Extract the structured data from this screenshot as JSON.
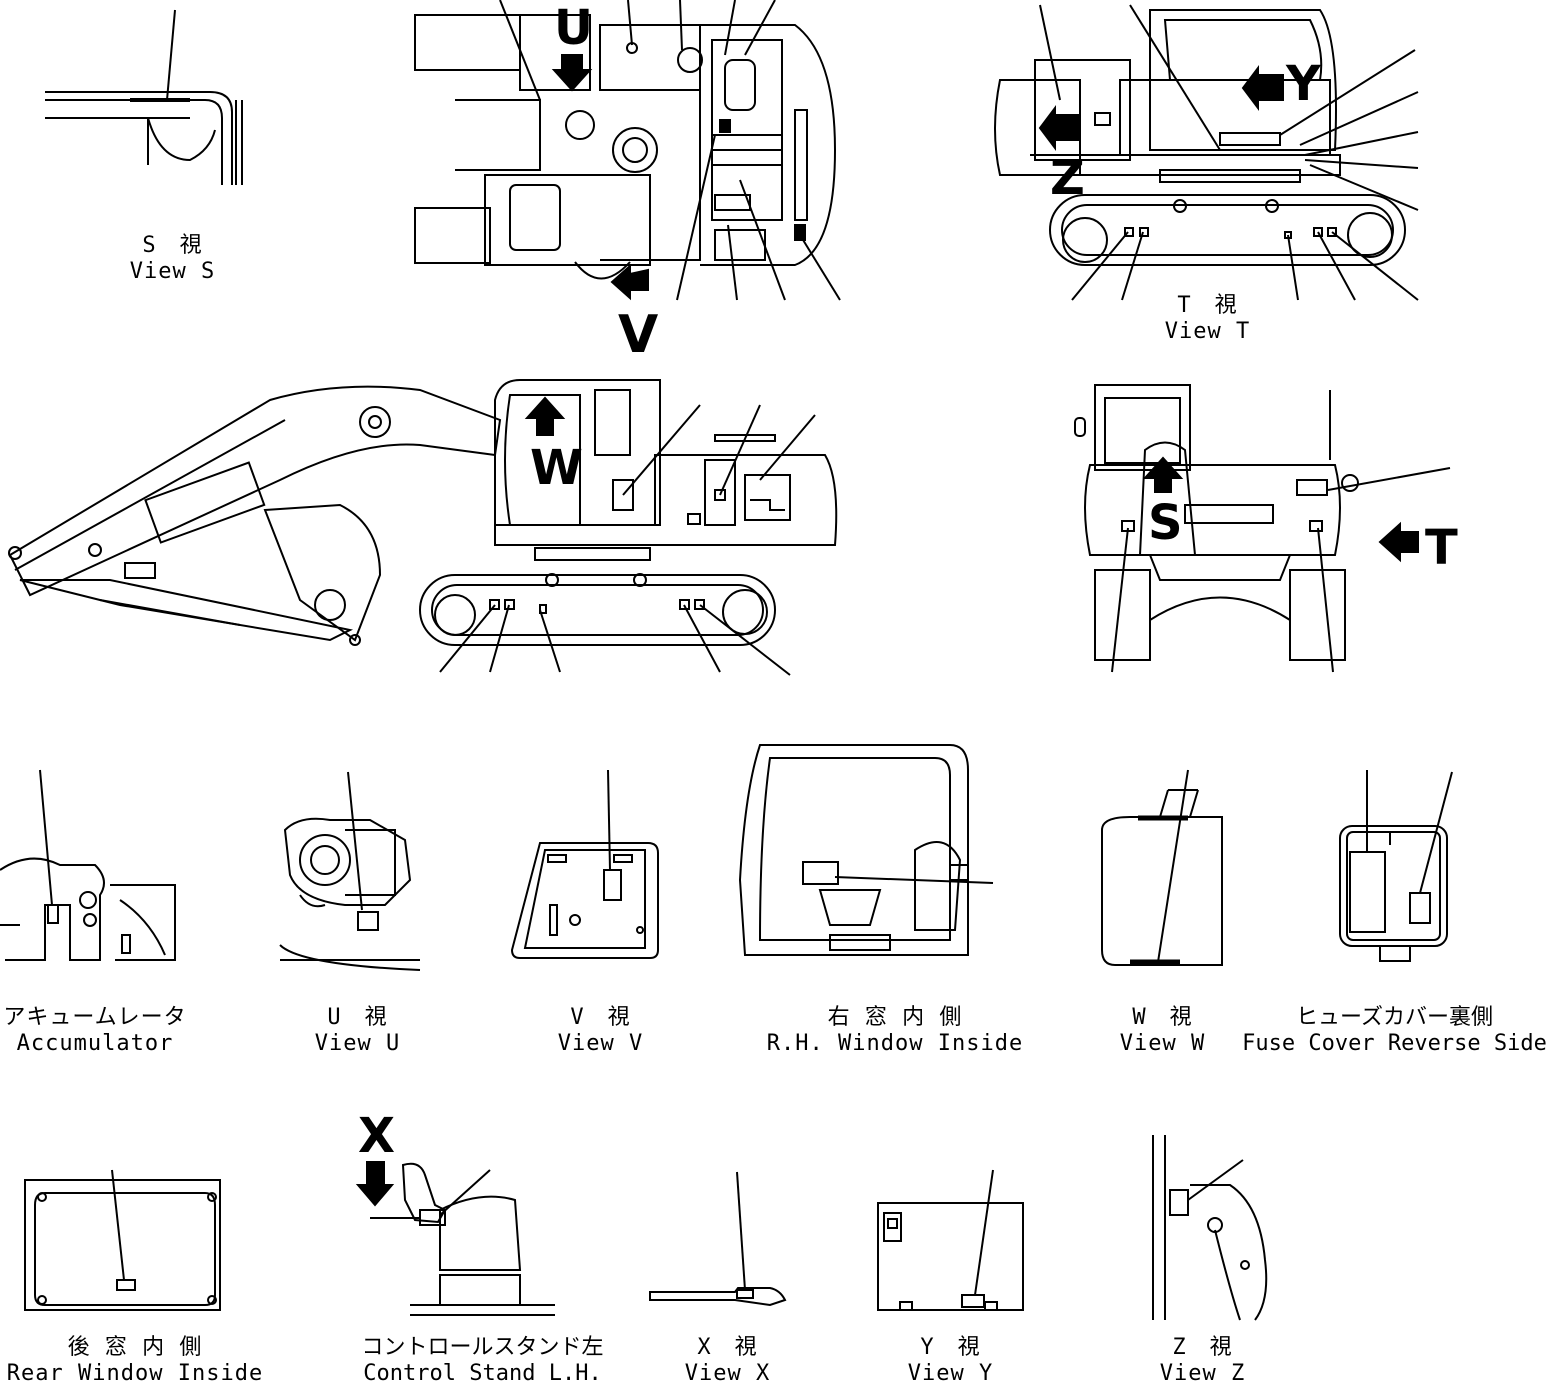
{
  "view_labels": {
    "S": "S",
    "T": "T",
    "U": "U",
    "V": "V",
    "W": "W",
    "X": "X",
    "Y": "Y",
    "Z": "Z"
  },
  "captions": {
    "view_s": {
      "jp": "S　視",
      "en": "View S"
    },
    "view_t": {
      "jp": "T　視",
      "en": "View T"
    },
    "accumulator": {
      "jp": "アキュームレータ",
      "en": "Accumulator"
    },
    "view_u": {
      "jp": "U　視",
      "en": "View U"
    },
    "view_v": {
      "jp": "V　視",
      "en": "View V"
    },
    "rh_window": {
      "jp": "右 窓 内 側",
      "en": "R.H. Window Inside"
    },
    "view_w": {
      "jp": "W　視",
      "en": "View W"
    },
    "fuse_cover": {
      "jp": "ヒューズカバー裏側",
      "en": "Fuse Cover Reverse Side"
    },
    "rear_window": {
      "jp": "後 窓 内 側",
      "en": "Rear Window Inside"
    },
    "control_stand": {
      "jp": "コントロールスタンド左",
      "en": "Control Stand L.H."
    },
    "view_x": {
      "jp": "X　視",
      "en": "View X"
    },
    "view_y": {
      "jp": "Y　視",
      "en": "View Y"
    },
    "view_z": {
      "jp": "Z　視",
      "en": "View Z"
    }
  }
}
